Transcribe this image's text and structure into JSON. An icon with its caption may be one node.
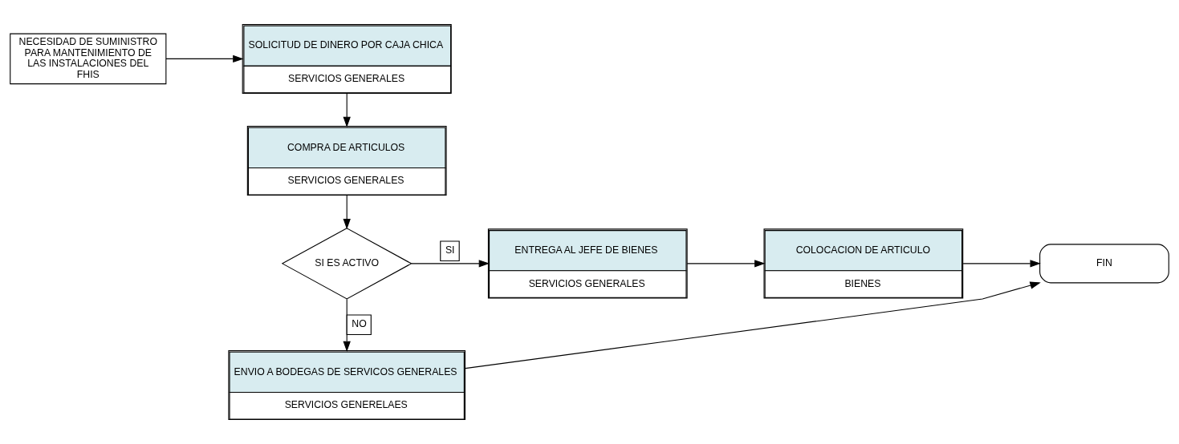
{
  "diagram": {
    "nodes": [
      {
        "text": [
          "NECESIDAD DE SUMINISTRO PARA MANTENIMIENTO DE LAS INSTALACIONES DEL FHIS"
        ]
      },
      {
        "text": [
          "SOLICITUD DE DINERO POR CAJA CHICA",
          "SERVICIOS GENERALES"
        ]
      },
      {
        "text": [
          "COMPRA DE ARTICULOS",
          "SERVICIOS GENERALES"
        ]
      },
      {
        "text": [
          "SI ES ACTIVO"
        ]
      },
      {
        "text": [
          "ENTREGA AL JEFE DE BIENES",
          "SERVICIOS GENERALES"
        ]
      },
      {
        "text": [
          "COLOCACION DE ARTICULO",
          "BIENES"
        ]
      },
      {
        "text": [
          "FIN"
        ]
      },
      {
        "text": [
          "ENVIO A BODEGAS DE SERVICOS GENERALES",
          "SERVICIOS GENERELAES"
        ]
      }
    ],
    "edges": [
      {
        "from": 0,
        "to": 1,
        "arrow": "to"
      },
      {
        "from": 1,
        "to": 2,
        "arrow": "to"
      },
      {
        "from": 2,
        "to": 3,
        "arrow": "to"
      },
      {
        "from": 3,
        "to": 4,
        "arrow": "to",
        "label": "SI"
      },
      {
        "from": 4,
        "to": 5,
        "arrow": "to"
      },
      {
        "from": 5,
        "to": 6,
        "arrow": "to"
      },
      {
        "from": 3,
        "to": 7,
        "arrow": "to",
        "label": "NO"
      },
      {
        "from": 7,
        "to": 6,
        "arrow": "to"
      }
    ]
  }
}
